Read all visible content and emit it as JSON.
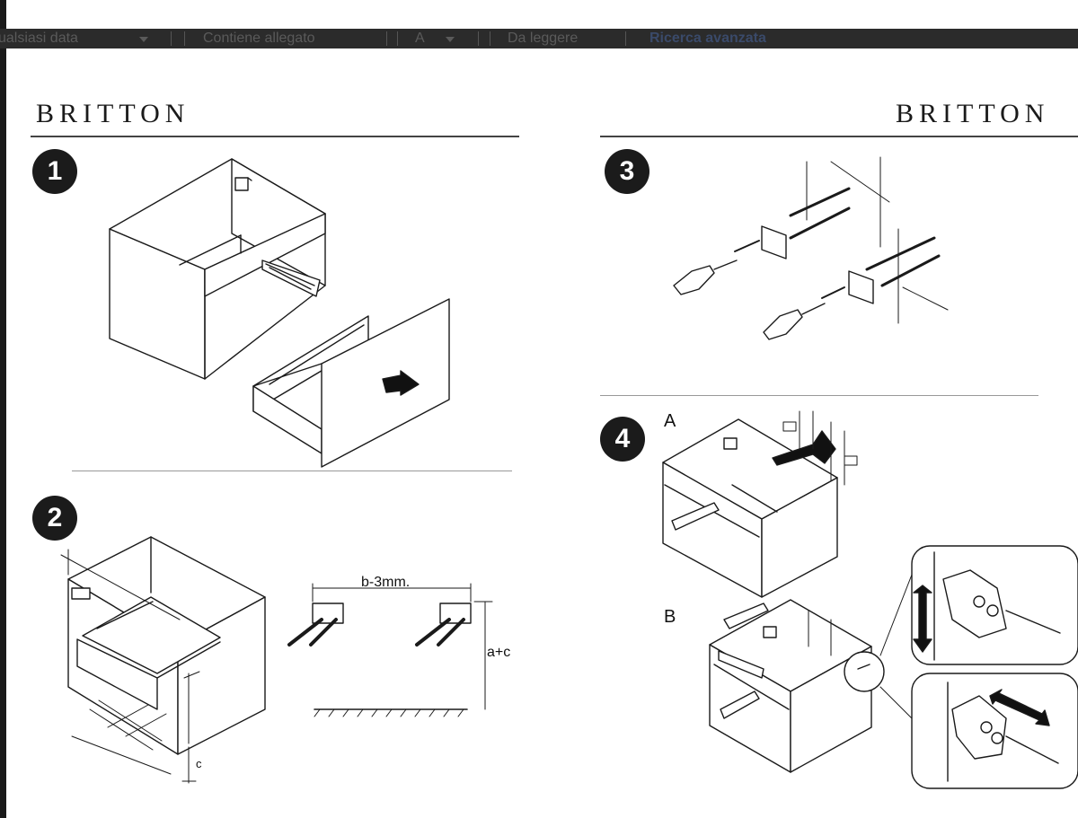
{
  "toolbar": {
    "date_filter": "ualsiasi data",
    "attachments": "Contiene allegato",
    "sort": "A",
    "unread": "Da leggere",
    "advanced": "Ricerca avanzata"
  },
  "brand": {
    "left": "BRITTON",
    "right": "BRITTON"
  },
  "steps": {
    "s1": "1",
    "s2": "2",
    "s3": "3",
    "s4": "4"
  },
  "step2": {
    "dim_b": "b",
    "dim_a": "a",
    "dim_c": "c",
    "dim_width": "b-3mm.",
    "dim_height": "a+c"
  },
  "step4": {
    "sub_a": "A",
    "sub_b": "B"
  },
  "colors": {
    "ink": "#1b1b1b",
    "toolbar": "#2b2b2b",
    "page": "#ffffff"
  }
}
